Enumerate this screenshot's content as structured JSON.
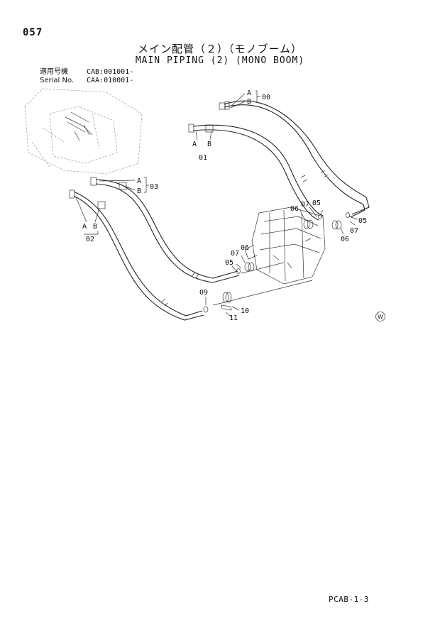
{
  "page": {
    "number": "057",
    "title_jp": "メイン配管（２）（モノブーム）",
    "title_en": "MAIN PIPING (2) (MONO BOOM)",
    "footer_code": "PCAB-1-3",
    "revision_mark": "W"
  },
  "applicability": {
    "rows": [
      {
        "label": "適用号機",
        "value": "CAB:001001-"
      },
      {
        "label": "Serial No.",
        "value": "CAA:010001-"
      }
    ]
  },
  "callouts": {
    "a": "A",
    "b": "B",
    "p00": "00",
    "p01": "01",
    "p02": "02",
    "p03": "03",
    "p05": "05",
    "p06": "06",
    "p07": "07",
    "p09": "09",
    "p10": "10",
    "p11": "11"
  }
}
